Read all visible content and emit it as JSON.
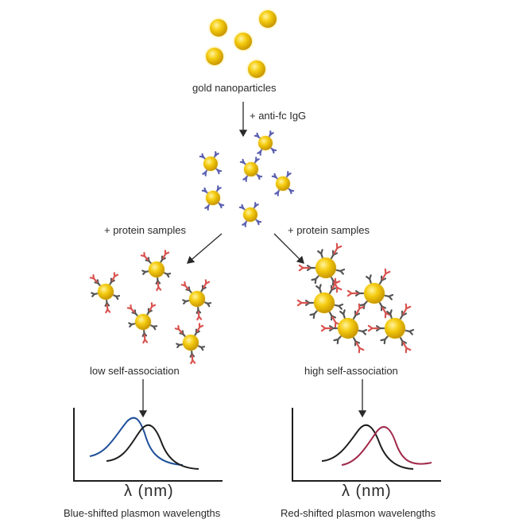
{
  "labels": {
    "gold_nanoparticles": "gold nanoparticles",
    "anti_fc_igg": "+ anti-fc IgG",
    "protein_samples_left": "+ protein samples",
    "protein_samples_right": "+ protein samples",
    "low_self_association": "low self-association",
    "high_self_association": "high self-association",
    "lambda_left": "λ  (nm)",
    "lambda_right": "λ  (nm)",
    "blue_shifted": "Blue-shifted plasmon wavelengths",
    "red_shifted": "Red-shifted plasmon wavelengths"
  },
  "colors": {
    "gold": "#f2c200",
    "gold_light": "#ffe44d",
    "gold_dark": "#c99a00",
    "antibody_blue": "#5a5fb0",
    "antibody_gray": "#555555",
    "protein_red": "#d9534f",
    "curve_black": "#1e1e1e",
    "curve_blue": "#1f4f9a",
    "curve_red": "#a0294a"
  }
}
